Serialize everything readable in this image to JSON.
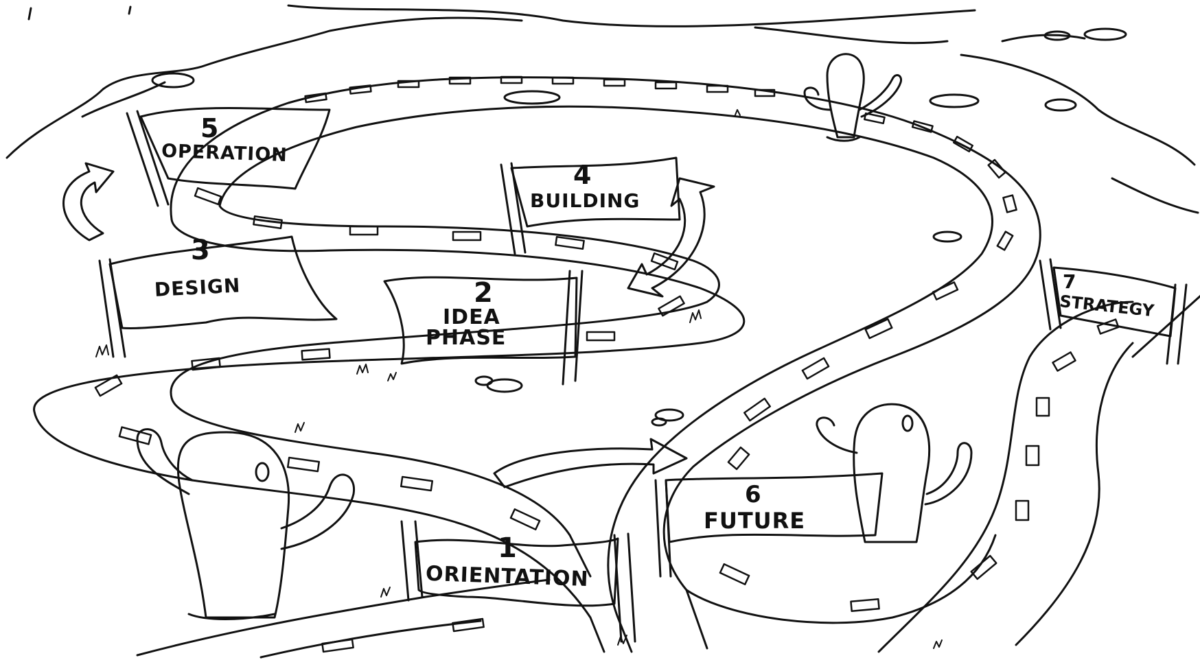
{
  "signs": [
    {
      "id": "orientation",
      "number": "1",
      "label": "ORIENTATION"
    },
    {
      "id": "idea",
      "number": "2",
      "label_line1": "IDEA",
      "label_line2": "PHASE"
    },
    {
      "id": "design",
      "number": "3",
      "label": "DESIGN"
    },
    {
      "id": "building",
      "number": "4",
      "label": "BUILDING"
    },
    {
      "id": "operation",
      "number": "5",
      "label": "OPERATION"
    },
    {
      "id": "future",
      "number": "6",
      "label": "FUTURE"
    },
    {
      "id": "strategy",
      "number": "7",
      "label": "STRATEGY"
    }
  ],
  "icons": {
    "road": "winding-road",
    "cactus": "cactus-character",
    "arrow": "curved-arrow",
    "rock": "rock",
    "grass": "grass-tuft"
  },
  "colors": {
    "ink": "#111111",
    "paper": "#ffffff"
  }
}
